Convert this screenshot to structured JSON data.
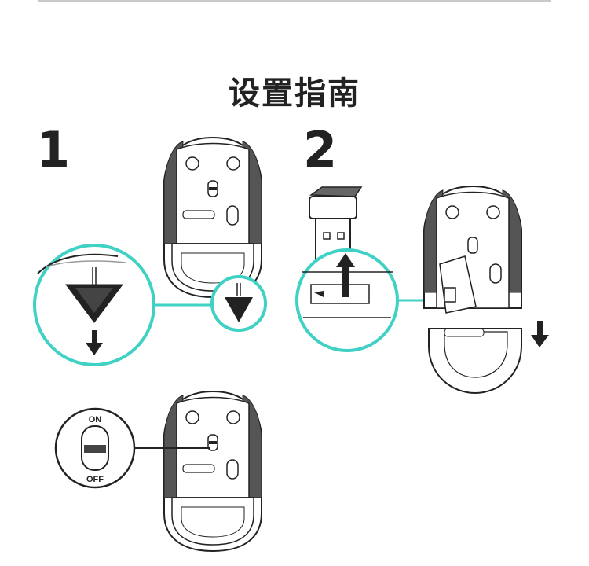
{
  "title": "设置指南",
  "steps": [
    {
      "number": "1"
    },
    {
      "number": "2"
    }
  ],
  "switch_labels": {
    "on": "ON",
    "off": "OFF"
  },
  "colors": {
    "accent": "#3fd1c4",
    "ink": "#222222",
    "rule": "#c9c9c9"
  },
  "icons": [
    "down-arrow-icon",
    "up-arrow-icon",
    "usb-receiver-icon",
    "mouse-icon",
    "power-switch-icon"
  ]
}
